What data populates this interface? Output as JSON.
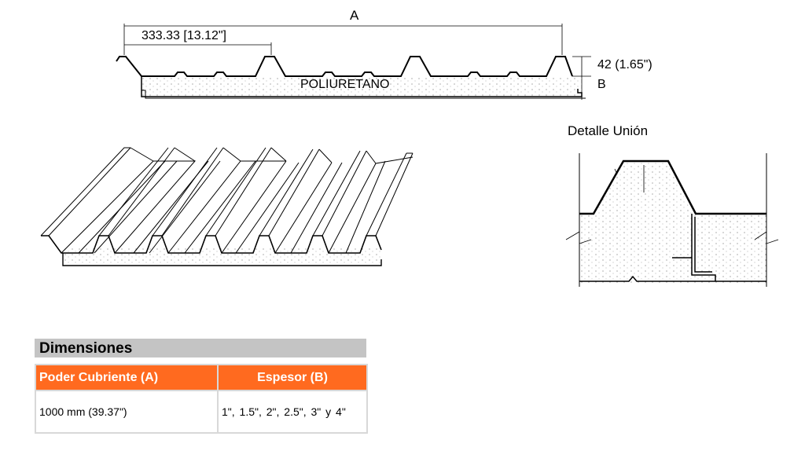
{
  "drawing": {
    "dimension_a": "A",
    "dimension_pitch": "333.33 [13.12\"]",
    "dimension_height": "42 (1.65\")",
    "dimension_b": "B",
    "core_label": "POLIURETANO",
    "detail_title": "Detalle Unión"
  },
  "table": {
    "title": "Dimensiones",
    "headers": [
      "Poder Cubriente (A)",
      "Espesor (B)"
    ],
    "rows": [
      [
        "1000 mm (39.37\")",
        "1\", 1.5\", 2\", 2.5\", 3\" y 4\""
      ]
    ]
  },
  "colors": {
    "header_bg": "#ff6a1f",
    "title_bg": "#c4c4c4"
  }
}
